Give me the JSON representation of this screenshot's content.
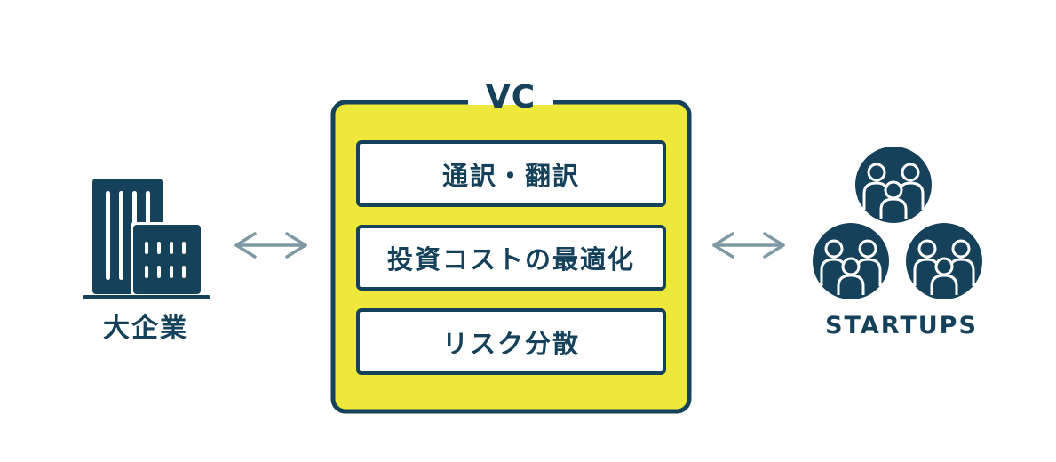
{
  "colors": {
    "navy": "#15415a",
    "yellow": "#ede83a",
    "arrow": "#7f99a4",
    "background": "#ffffff"
  },
  "left_entity": {
    "label": "大企業",
    "icon": "office-building-icon"
  },
  "center": {
    "title": "VC",
    "services": [
      {
        "label": "通訳・翻訳"
      },
      {
        "label": "投資コストの最適化"
      },
      {
        "label": "リスク分散"
      }
    ]
  },
  "right_entity": {
    "label": "STARTUPS",
    "icon": "people-group-icon",
    "group_count": 3
  },
  "connectors": [
    {
      "from": "大企業",
      "to": "VC",
      "type": "bidirectional-arrow"
    },
    {
      "from": "VC",
      "to": "STARTUPS",
      "type": "bidirectional-arrow"
    }
  ]
}
